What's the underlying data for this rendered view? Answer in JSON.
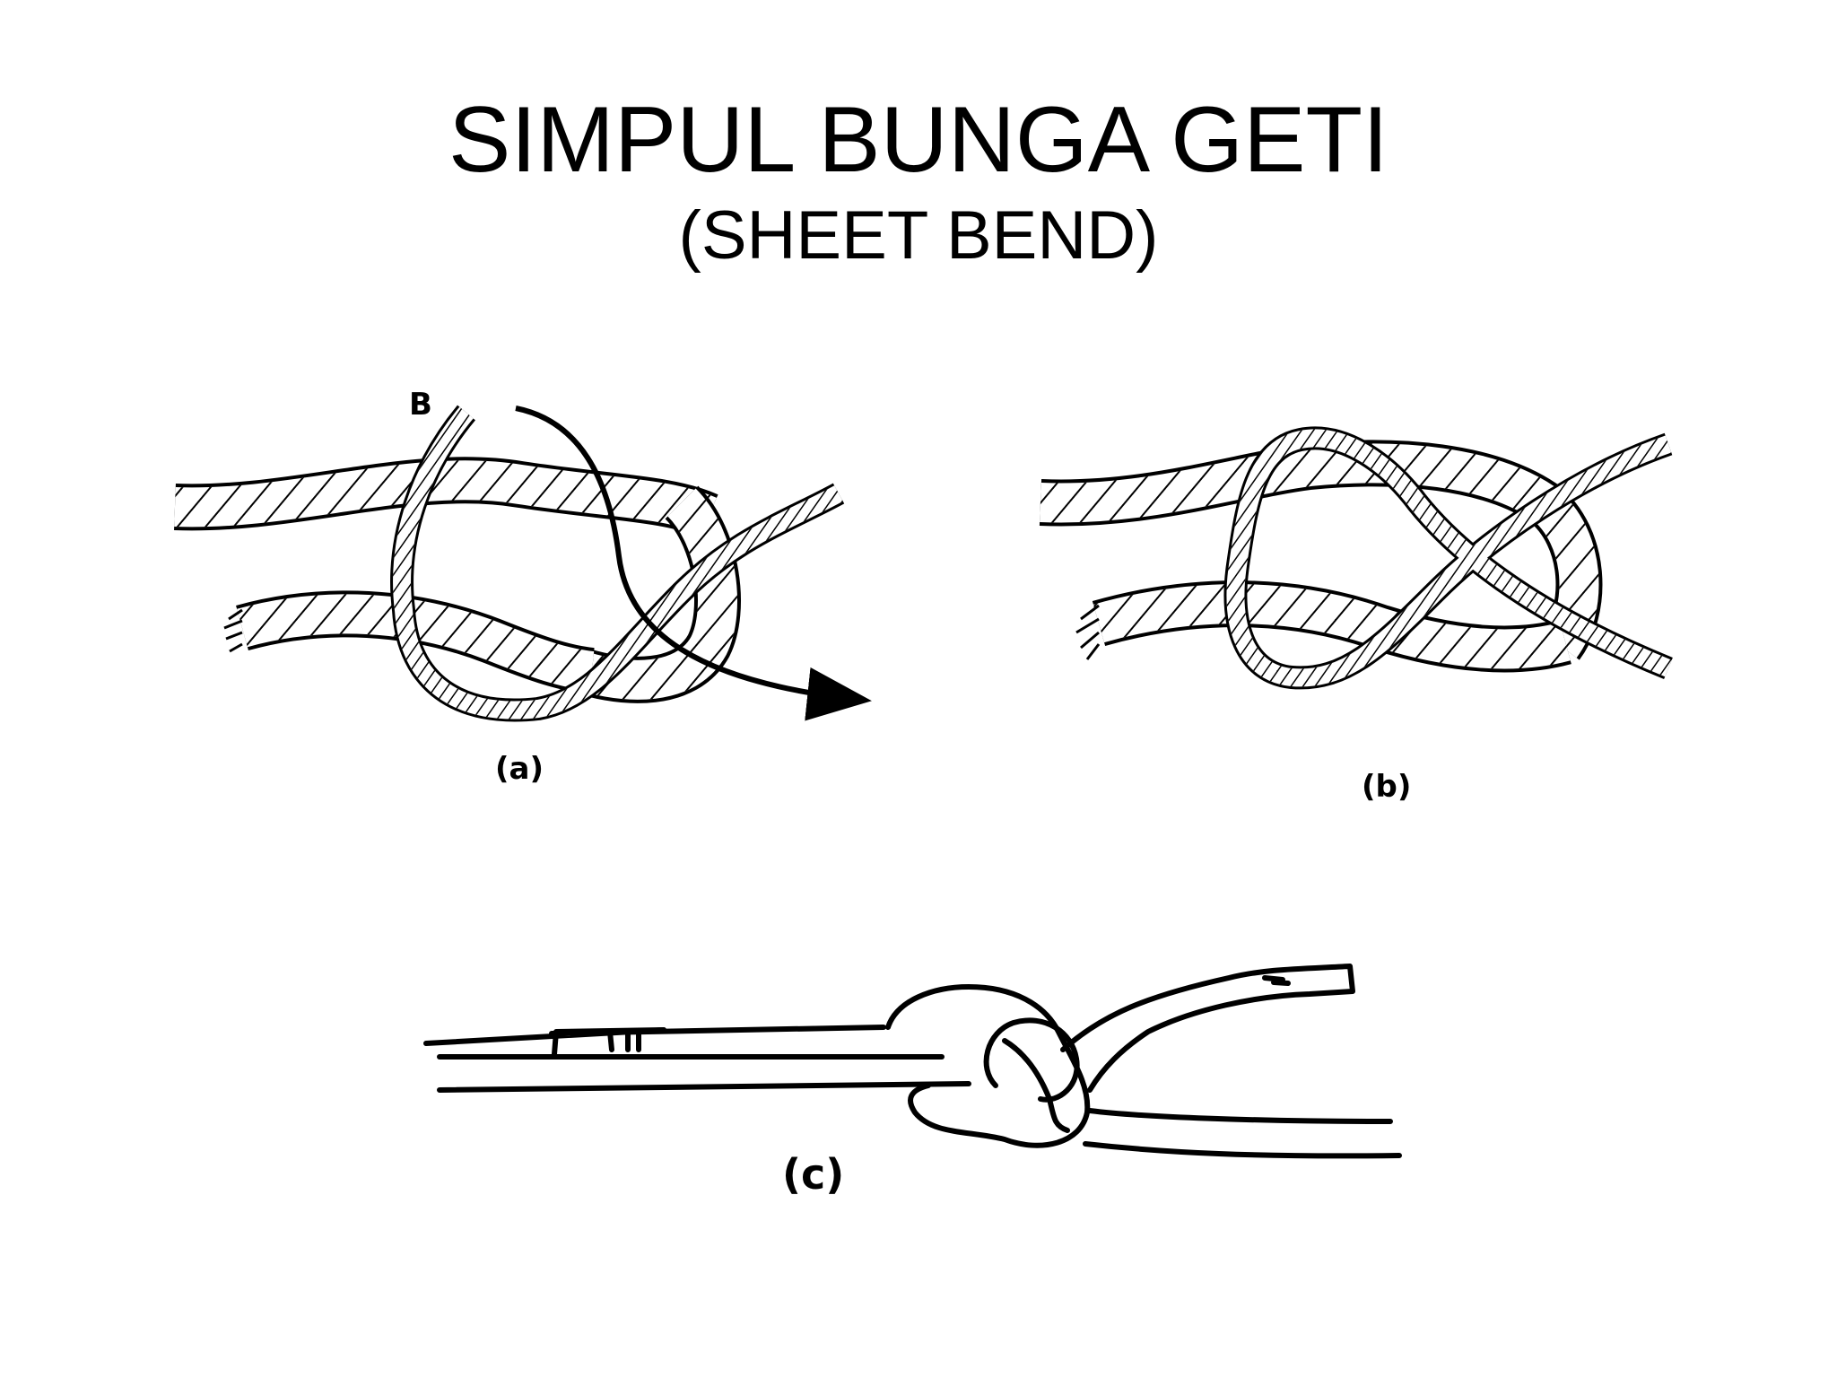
{
  "slide": {
    "title": "SIMPUL BUNGA GETI",
    "subtitle": "(SHEET BEND)"
  },
  "figures": [
    {
      "id": "a",
      "caption": "(a)",
      "marker": "B"
    },
    {
      "id": "b",
      "caption": "(b)"
    },
    {
      "id": "c",
      "caption": "(c)"
    }
  ],
  "colors": {
    "ink": "#000000",
    "background": "#ffffff"
  }
}
